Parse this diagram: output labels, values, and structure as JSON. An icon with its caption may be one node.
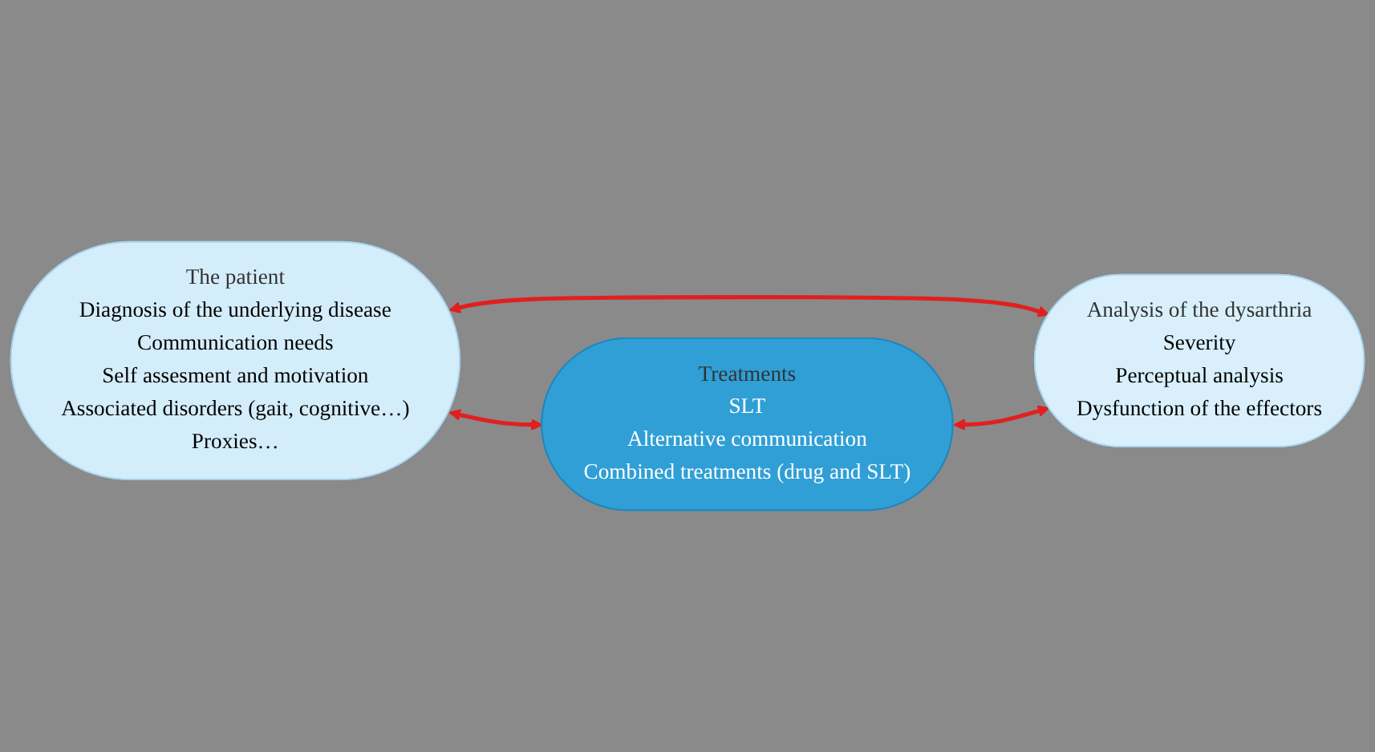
{
  "diagram": {
    "nodes": [
      {
        "text": [
          "The patient",
          "Diagnosis of the underlying disease",
          "Communication needs",
          "Self assesment and motivation",
          "Associated disorders (gait, cognitive…)",
          "Proxies…"
        ]
      },
      {
        "text": [
          "Analysis of the dysarthria",
          "Severity",
          "Perceptual analysis",
          "Dysfunction of the effectors"
        ]
      },
      {
        "text": [
          "Treatments",
          "SLT",
          "Alternative communication",
          "Combined treatments (drug and SLT)"
        ]
      }
    ],
    "edges": [
      {
        "from": 0,
        "to": 1,
        "arrow": "both"
      },
      {
        "from": 0,
        "to": 2,
        "arrow": "both"
      },
      {
        "from": 2,
        "to": 1,
        "arrow": "both"
      }
    ]
  }
}
